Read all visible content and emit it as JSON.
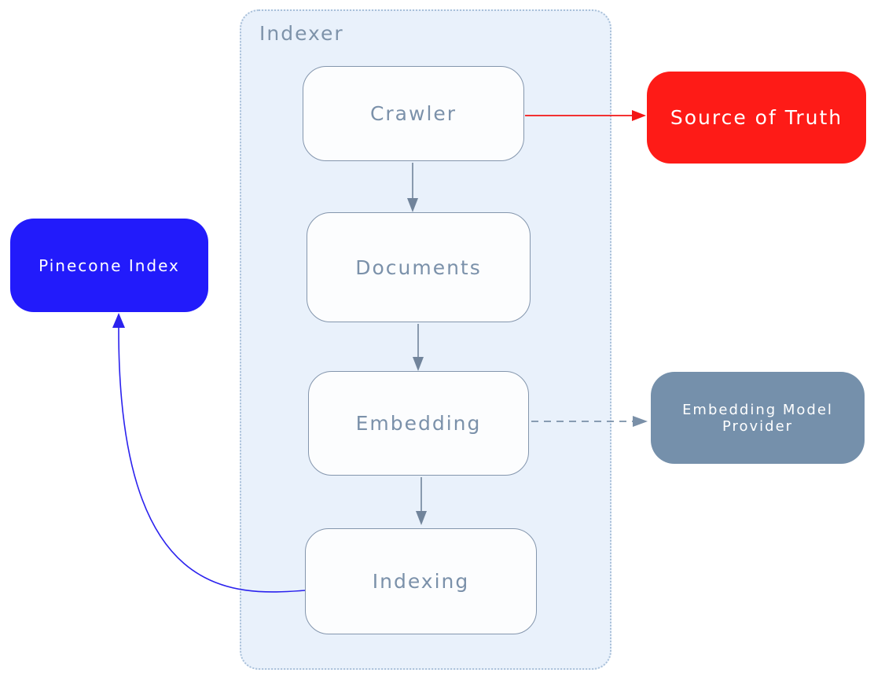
{
  "canvas": {
    "background": "#ffffff"
  },
  "container": {
    "label": "Indexer",
    "fill": "#e9f1fb",
    "border_color": "#a9c0d9",
    "border_style": "dotted",
    "label_color": "#7e93aa"
  },
  "nodes": {
    "crawler": {
      "label": "Crawler",
      "fill": "#fcfdfe",
      "border": "#8496ad",
      "text_color": "#7b91aa"
    },
    "documents": {
      "label": "Documents",
      "fill": "#fcfdfe",
      "border": "#8496ad",
      "text_color": "#7b91aa"
    },
    "embedding": {
      "label": "Embedding",
      "fill": "#fcfdfe",
      "border": "#8496ad",
      "text_color": "#7b91aa"
    },
    "indexing": {
      "label": "Indexing",
      "fill": "#fcfdfe",
      "border": "#8496ad",
      "text_color": "#7b91aa"
    },
    "source_of_truth": {
      "label": "Source of Truth",
      "fill": "#fe1b17",
      "text_color": "#ffffff"
    },
    "pinecone_index": {
      "label": "Pinecone Index",
      "fill": "#221bfb",
      "text_color": "#ffffff"
    },
    "embedding_model_provider": {
      "label": "Embedding Model Provider",
      "fill": "#7590ab",
      "text_color": "#ffffff"
    }
  },
  "edges": [
    {
      "from": "Crawler",
      "to": "Source of Truth",
      "style": "solid",
      "color": "#f31616"
    },
    {
      "from": "Crawler",
      "to": "Documents",
      "style": "solid",
      "color": "#71849b"
    },
    {
      "from": "Documents",
      "to": "Embedding",
      "style": "solid",
      "color": "#71849b"
    },
    {
      "from": "Embedding",
      "to": "Embedding Model Provider",
      "style": "dashed",
      "color": "#7a90a8"
    },
    {
      "from": "Embedding",
      "to": "Indexing",
      "style": "solid",
      "color": "#71849b"
    },
    {
      "from": "Indexing",
      "to": "Pinecone Index",
      "style": "solid",
      "color": "#2b22ee"
    }
  ]
}
